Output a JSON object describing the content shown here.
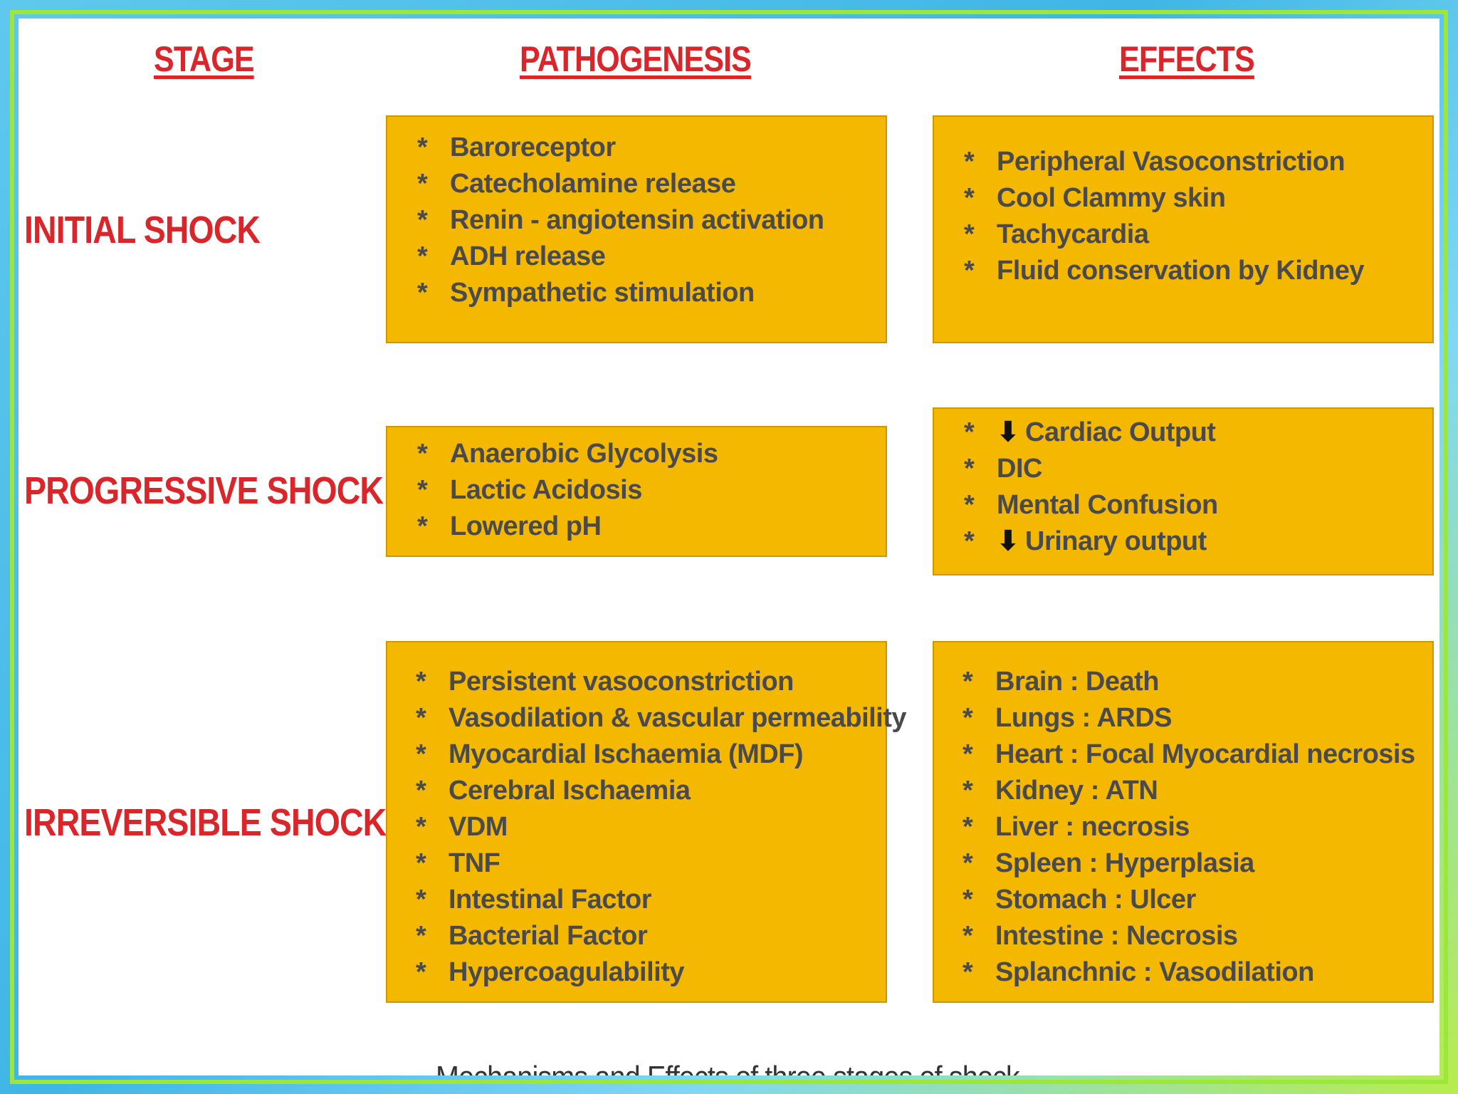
{
  "headers": {
    "stage": "STAGE",
    "pathogenesis": "PATHOGENESIS",
    "effects": "EFFECTS"
  },
  "stages": [
    {
      "name": "INITIAL SHOCK",
      "pathogenesis": [
        "Baroreceptor",
        "Catecholamine release",
        "Renin - angiotensin activation",
        "ADH release",
        "Sympathetic stimulation"
      ],
      "effects": [
        {
          "text": "Peripheral Vasoconstriction"
        },
        {
          "text": "Cool Clammy skin"
        },
        {
          "text": "Tachycardia"
        },
        {
          "text": "Fluid conservation by Kidney"
        }
      ]
    },
    {
      "name": "PROGRESSIVE SHOCK",
      "pathogenesis": [
        "Anaerobic Glycolysis",
        "Lactic Acidosis",
        "Lowered pH"
      ],
      "effects": [
        {
          "arrow": "⬇",
          "text": "Cardiac Output"
        },
        {
          "text": "DIC"
        },
        {
          "text": "Mental Confusion"
        },
        {
          "arrow": "⬇",
          "text": "Urinary output"
        }
      ]
    },
    {
      "name": "IRREVERSIBLE SHOCK",
      "pathogenesis": [
        "Persistent vasoconstriction",
        "Vasodilation & vascular permeability",
        "Myocardial Ischaemia (MDF)",
        "Cerebral Ischaemia",
        "VDM",
        "TNF",
        "Intestinal Factor",
        "Bacterial Factor",
        "Hypercoagulability"
      ],
      "effects": [
        {
          "text": "Brain :  Death"
        },
        {
          "text": "Lungs : ARDS"
        },
        {
          "text": "Heart : Focal Myocardial necrosis"
        },
        {
          "text": "Kidney : ATN"
        },
        {
          "text": "Liver : necrosis"
        },
        {
          "text": "Spleen : Hyperplasia"
        },
        {
          "text": "Stomach : Ulcer"
        },
        {
          "text": "Intestine : Necrosis"
        },
        {
          "text": "Splanchnic : Vasodilation"
        }
      ]
    }
  ],
  "bullet": "*",
  "caption": "Mechanisms and Effects of three stages of shock",
  "colors": {
    "heading_red": "#d9262b",
    "box_yellow": "#f4b800",
    "box_text": "#4a4a4a",
    "frame_blue": "#3fb6e6",
    "frame_green": "#9be83a"
  }
}
